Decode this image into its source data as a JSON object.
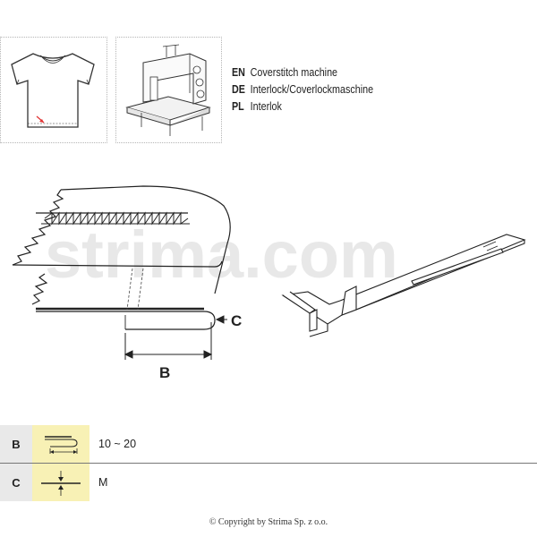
{
  "languages": [
    {
      "code": "EN",
      "text": "Coverstitch machine"
    },
    {
      "code": "DE",
      "text": "Interlock/Coverlockmaschine"
    },
    {
      "code": "PL",
      "text": "Interlok"
    }
  ],
  "diagram": {
    "label_b": "B",
    "label_c": "C",
    "watermark": "strima.com"
  },
  "table": {
    "rows": [
      {
        "key": "B",
        "value": "10 ~ 20",
        "icon": "hem-width-icon"
      },
      {
        "key": "C",
        "value": "M",
        "icon": "thickness-icon"
      }
    ]
  },
  "copyright": "© Copyright by Strima Sp. z o.o.",
  "colors": {
    "table_icon_bg": "#f8f1b5",
    "table_key_bg": "#e9e9e9",
    "arrow_accent": "#e03030"
  }
}
